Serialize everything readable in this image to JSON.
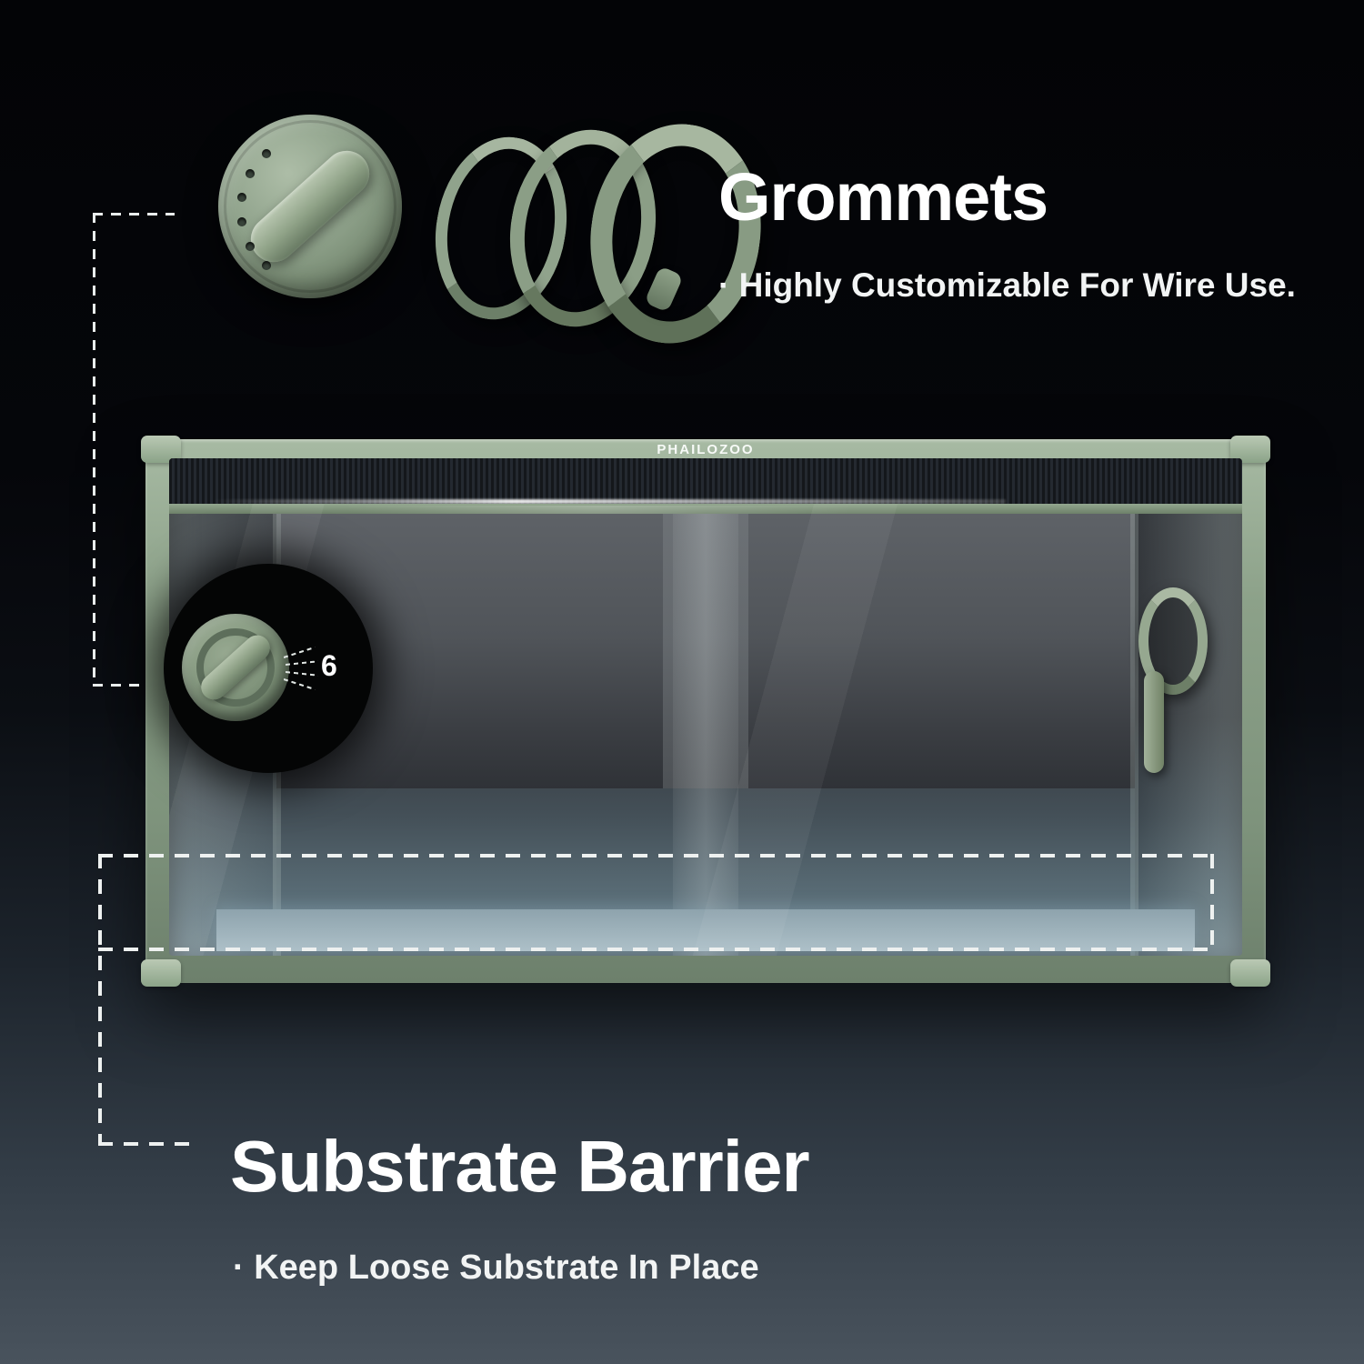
{
  "brand": {
    "label": "PHAILOZOO"
  },
  "features": {
    "grommets": {
      "title": "Grommets",
      "subtitle": "· Highly Customizable For Wire Use."
    },
    "substrate": {
      "title": "Substrate Barrier",
      "subtitle": "· Keep Loose Substrate In Place"
    }
  },
  "callouts": {
    "hole_count": "6"
  },
  "colors": {
    "sage_frame": "#8ca189",
    "sage_light": "#a7baa3",
    "sage_dark": "#66785f",
    "background_top": "#030406",
    "background_bottom": "#49535d",
    "glass_blue": "#8ea3ad",
    "text": "#ffffff"
  }
}
